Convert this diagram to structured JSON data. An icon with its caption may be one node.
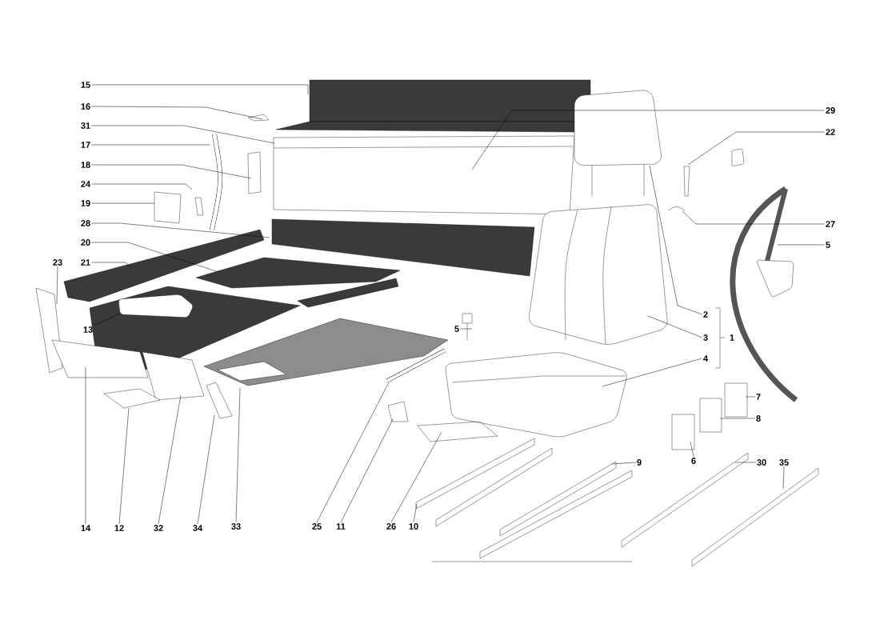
{
  "diagram": {
    "nodes": [
      {
        "text": [
          "15"
        ]
      },
      {
        "text": [
          "16"
        ]
      },
      {
        "text": [
          "31"
        ]
      },
      {
        "text": [
          "17"
        ]
      },
      {
        "text": [
          "18"
        ]
      },
      {
        "text": [
          "24"
        ]
      },
      {
        "text": [
          "19"
        ]
      },
      {
        "text": [
          "28"
        ]
      },
      {
        "text": [
          "20"
        ]
      },
      {
        "text": [
          "21"
        ]
      },
      {
        "text": [
          "23"
        ]
      },
      {
        "text": [
          "13"
        ]
      },
      {
        "text": [
          "29"
        ]
      },
      {
        "text": [
          "22"
        ]
      },
      {
        "text": [
          "27"
        ]
      },
      {
        "text": [
          "5"
        ]
      },
      {
        "text": [
          "2"
        ]
      },
      {
        "text": [
          "3"
        ]
      },
      {
        "text": [
          "4"
        ]
      },
      {
        "text": [
          "5"
        ]
      },
      {
        "text": [
          "7"
        ]
      },
      {
        "text": [
          "8"
        ]
      },
      {
        "text": [
          "6"
        ]
      },
      {
        "text": [
          "9"
        ]
      },
      {
        "text": [
          "30"
        ]
      },
      {
        "text": [
          "35"
        ]
      },
      {
        "text": [
          "14"
        ]
      },
      {
        "text": [
          "12"
        ]
      },
      {
        "text": [
          "32"
        ]
      },
      {
        "text": [
          "34"
        ]
      },
      {
        "text": [
          "33"
        ]
      },
      {
        "text": [
          "25"
        ]
      },
      {
        "text": [
          "11"
        ]
      },
      {
        "text": [
          "26"
        ]
      },
      {
        "text": [
          "10"
        ]
      }
    ],
    "edges": [
      {
        "from": 0,
        "to": null,
        "arrow": "none"
      },
      {
        "from": 1,
        "to": null,
        "arrow": "none"
      },
      {
        "from": 2,
        "to": null,
        "arrow": "none"
      },
      {
        "from": 3,
        "to": null,
        "arrow": "none"
      },
      {
        "from": 4,
        "to": null,
        "arrow": "none"
      },
      {
        "from": 5,
        "to": null,
        "arrow": "none"
      },
      {
        "from": 6,
        "to": null,
        "arrow": "none"
      },
      {
        "from": 7,
        "to": null,
        "arrow": "none"
      },
      {
        "from": 8,
        "to": null,
        "arrow": "none"
      },
      {
        "from": 9,
        "to": null,
        "arrow": "none"
      },
      {
        "from": 10,
        "to": null,
        "arrow": "none"
      },
      {
        "from": 11,
        "to": null,
        "arrow": "none"
      },
      {
        "from": 12,
        "to": null,
        "arrow": "none"
      },
      {
        "from": 13,
        "to": null,
        "arrow": "none"
      },
      {
        "from": 14,
        "to": null,
        "arrow": "none"
      },
      {
        "from": 15,
        "to": null,
        "arrow": "none"
      },
      {
        "from": 16,
        "to": null,
        "arrow": "none"
      },
      {
        "from": 17,
        "to": null,
        "arrow": "none"
      },
      {
        "from": 18,
        "to": null,
        "arrow": "none"
      },
      {
        "from": 19,
        "to": null,
        "arrow": "none"
      },
      {
        "from": 20,
        "to": null,
        "arrow": "none"
      },
      {
        "from": 21,
        "to": null,
        "arrow": "none"
      },
      {
        "from": 22,
        "to": null,
        "arrow": "none"
      },
      {
        "from": 23,
        "to": null,
        "arrow": "none"
      },
      {
        "from": 24,
        "to": null,
        "arrow": "none"
      },
      {
        "from": 25,
        "to": null,
        "arrow": "none"
      },
      {
        "from": 26,
        "to": null,
        "arrow": "none"
      },
      {
        "from": 27,
        "to": null,
        "arrow": "none"
      },
      {
        "from": 28,
        "to": null,
        "arrow": "none"
      },
      {
        "from": 29,
        "to": null,
        "arrow": "none"
      },
      {
        "from": 30,
        "to": null,
        "arrow": "none"
      },
      {
        "from": 31,
        "to": null,
        "arrow": "none"
      },
      {
        "from": 32,
        "to": null,
        "arrow": "none"
      },
      {
        "from": 33,
        "to": null,
        "arrow": "none"
      },
      {
        "from": 34,
        "to": null,
        "arrow": "none"
      }
    ],
    "labels": [
      "1"
    ]
  }
}
